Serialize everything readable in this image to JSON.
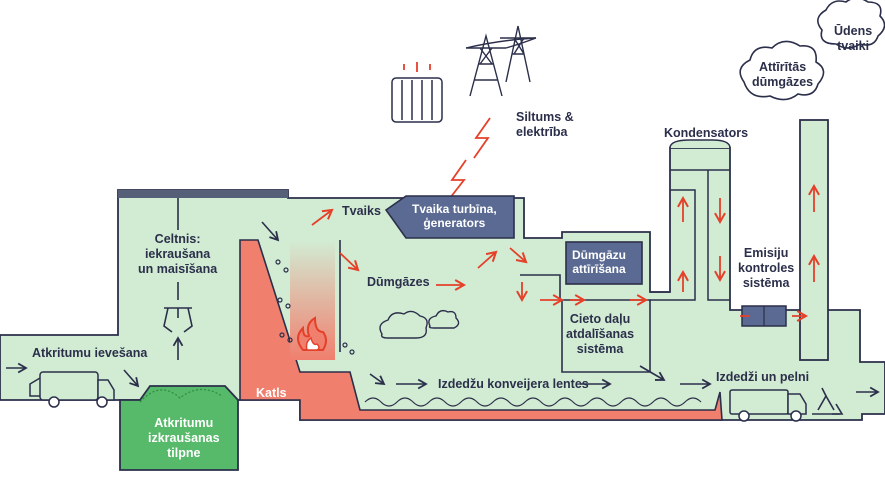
{
  "colors": {
    "plant_fill": "#d2ecd4",
    "outline": "#2b2f4a",
    "boiler_fill": "#f07f6e",
    "hopper_fill": "#57b96a",
    "flow_red": "#e5402a",
    "box_fill": "#5a6a92",
    "grey_band": "#555f78",
    "trash_green": "#2e8b3c"
  },
  "icons": {
    "radiator": "radiator-icon",
    "pylons": "power-pylon-icon",
    "lightning": "lightning-bolt-icon",
    "truck_in": "garbage-truck-icon",
    "truck_out": "dump-truck-icon",
    "recycle": "recycle-icon",
    "crane_claw": "crane-claw-icon",
    "fire": "fire-icon",
    "smoke": "smoke-cloud-icon"
  },
  "labels": {
    "waste_delivery": "Atkritumu ievešana",
    "crane": "Celtnis:\niekraušana\nun maisīšana",
    "hopper": "Atkritumu\nizkraušanas\ntilpne",
    "boiler": "Katls",
    "steam": "Tvaiks",
    "turbine": "Tvaika turbīna,\nģenerators",
    "flue_gas": "Dūmgāzes",
    "flue_cleaning": "Dūmgāzu\nattīrīšana",
    "heat_power": "Siltums &\nelektrība",
    "condenser": "Kondensators",
    "emission_control": "Emisiju\nkontroles\nsistēma",
    "cleaned_gas": "Attīrītās\ndūmgāzes",
    "water_vapor": "Ūdens\ntvaiki",
    "solids_separation": "Cieto daļu\natdalīšanas\nsistēma",
    "conveyor": "Izdedžu konveijera lentes",
    "slag_ash": "Izdedži un pelni"
  }
}
